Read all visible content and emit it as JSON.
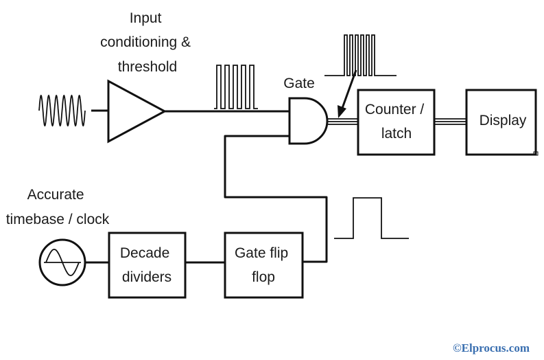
{
  "labels": {
    "input_conditioning": [
      "Input",
      "conditioning &",
      "threshold"
    ],
    "gate": "Gate",
    "counter_latch": [
      "Counter /",
      "latch"
    ],
    "display": "Display",
    "accurate_timebase": [
      "Accurate",
      "timebase / clock"
    ],
    "decade_dividers": [
      "Decade",
      "dividers"
    ],
    "gate_flip_flop": [
      "Gate flip",
      "flop"
    ]
  },
  "watermark": "©Elprocus.com",
  "colors": {
    "line": "#111111",
    "text": "#1a1a1a",
    "watermark": "#3a6fb0"
  },
  "icons": {
    "input_signal": "sine-wave-icon",
    "amplifier": "triangle-buffer-icon",
    "gate": "and-gate-icon",
    "clock": "sine-oscillator-icon"
  }
}
